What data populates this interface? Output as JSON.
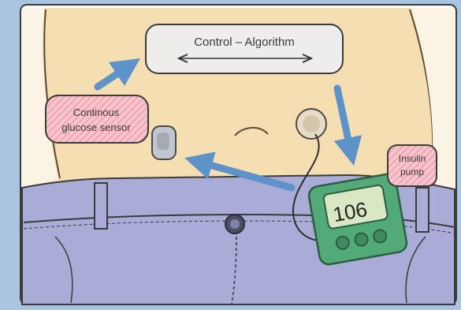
{
  "diagram": {
    "control_box_label": "Control – Algorithm",
    "sensor_label_line1": "Continous",
    "sensor_label_line2": "glucose sensor",
    "pump_label_line1": "Insulin",
    "pump_label_line2": "pump",
    "pump_display_value": "106"
  },
  "colors": {
    "background_frame": "#aac5e2",
    "skin": "#f5deb1",
    "jeans": "#a8acd6",
    "arrow": "#5d93c8",
    "pump_body": "#52aa79",
    "label_fill": "#f7c4cc"
  },
  "icons": [
    "glucose-sensor-icon",
    "infusion-site-icon",
    "insulin-pump-icon",
    "arrow-icon"
  ]
}
